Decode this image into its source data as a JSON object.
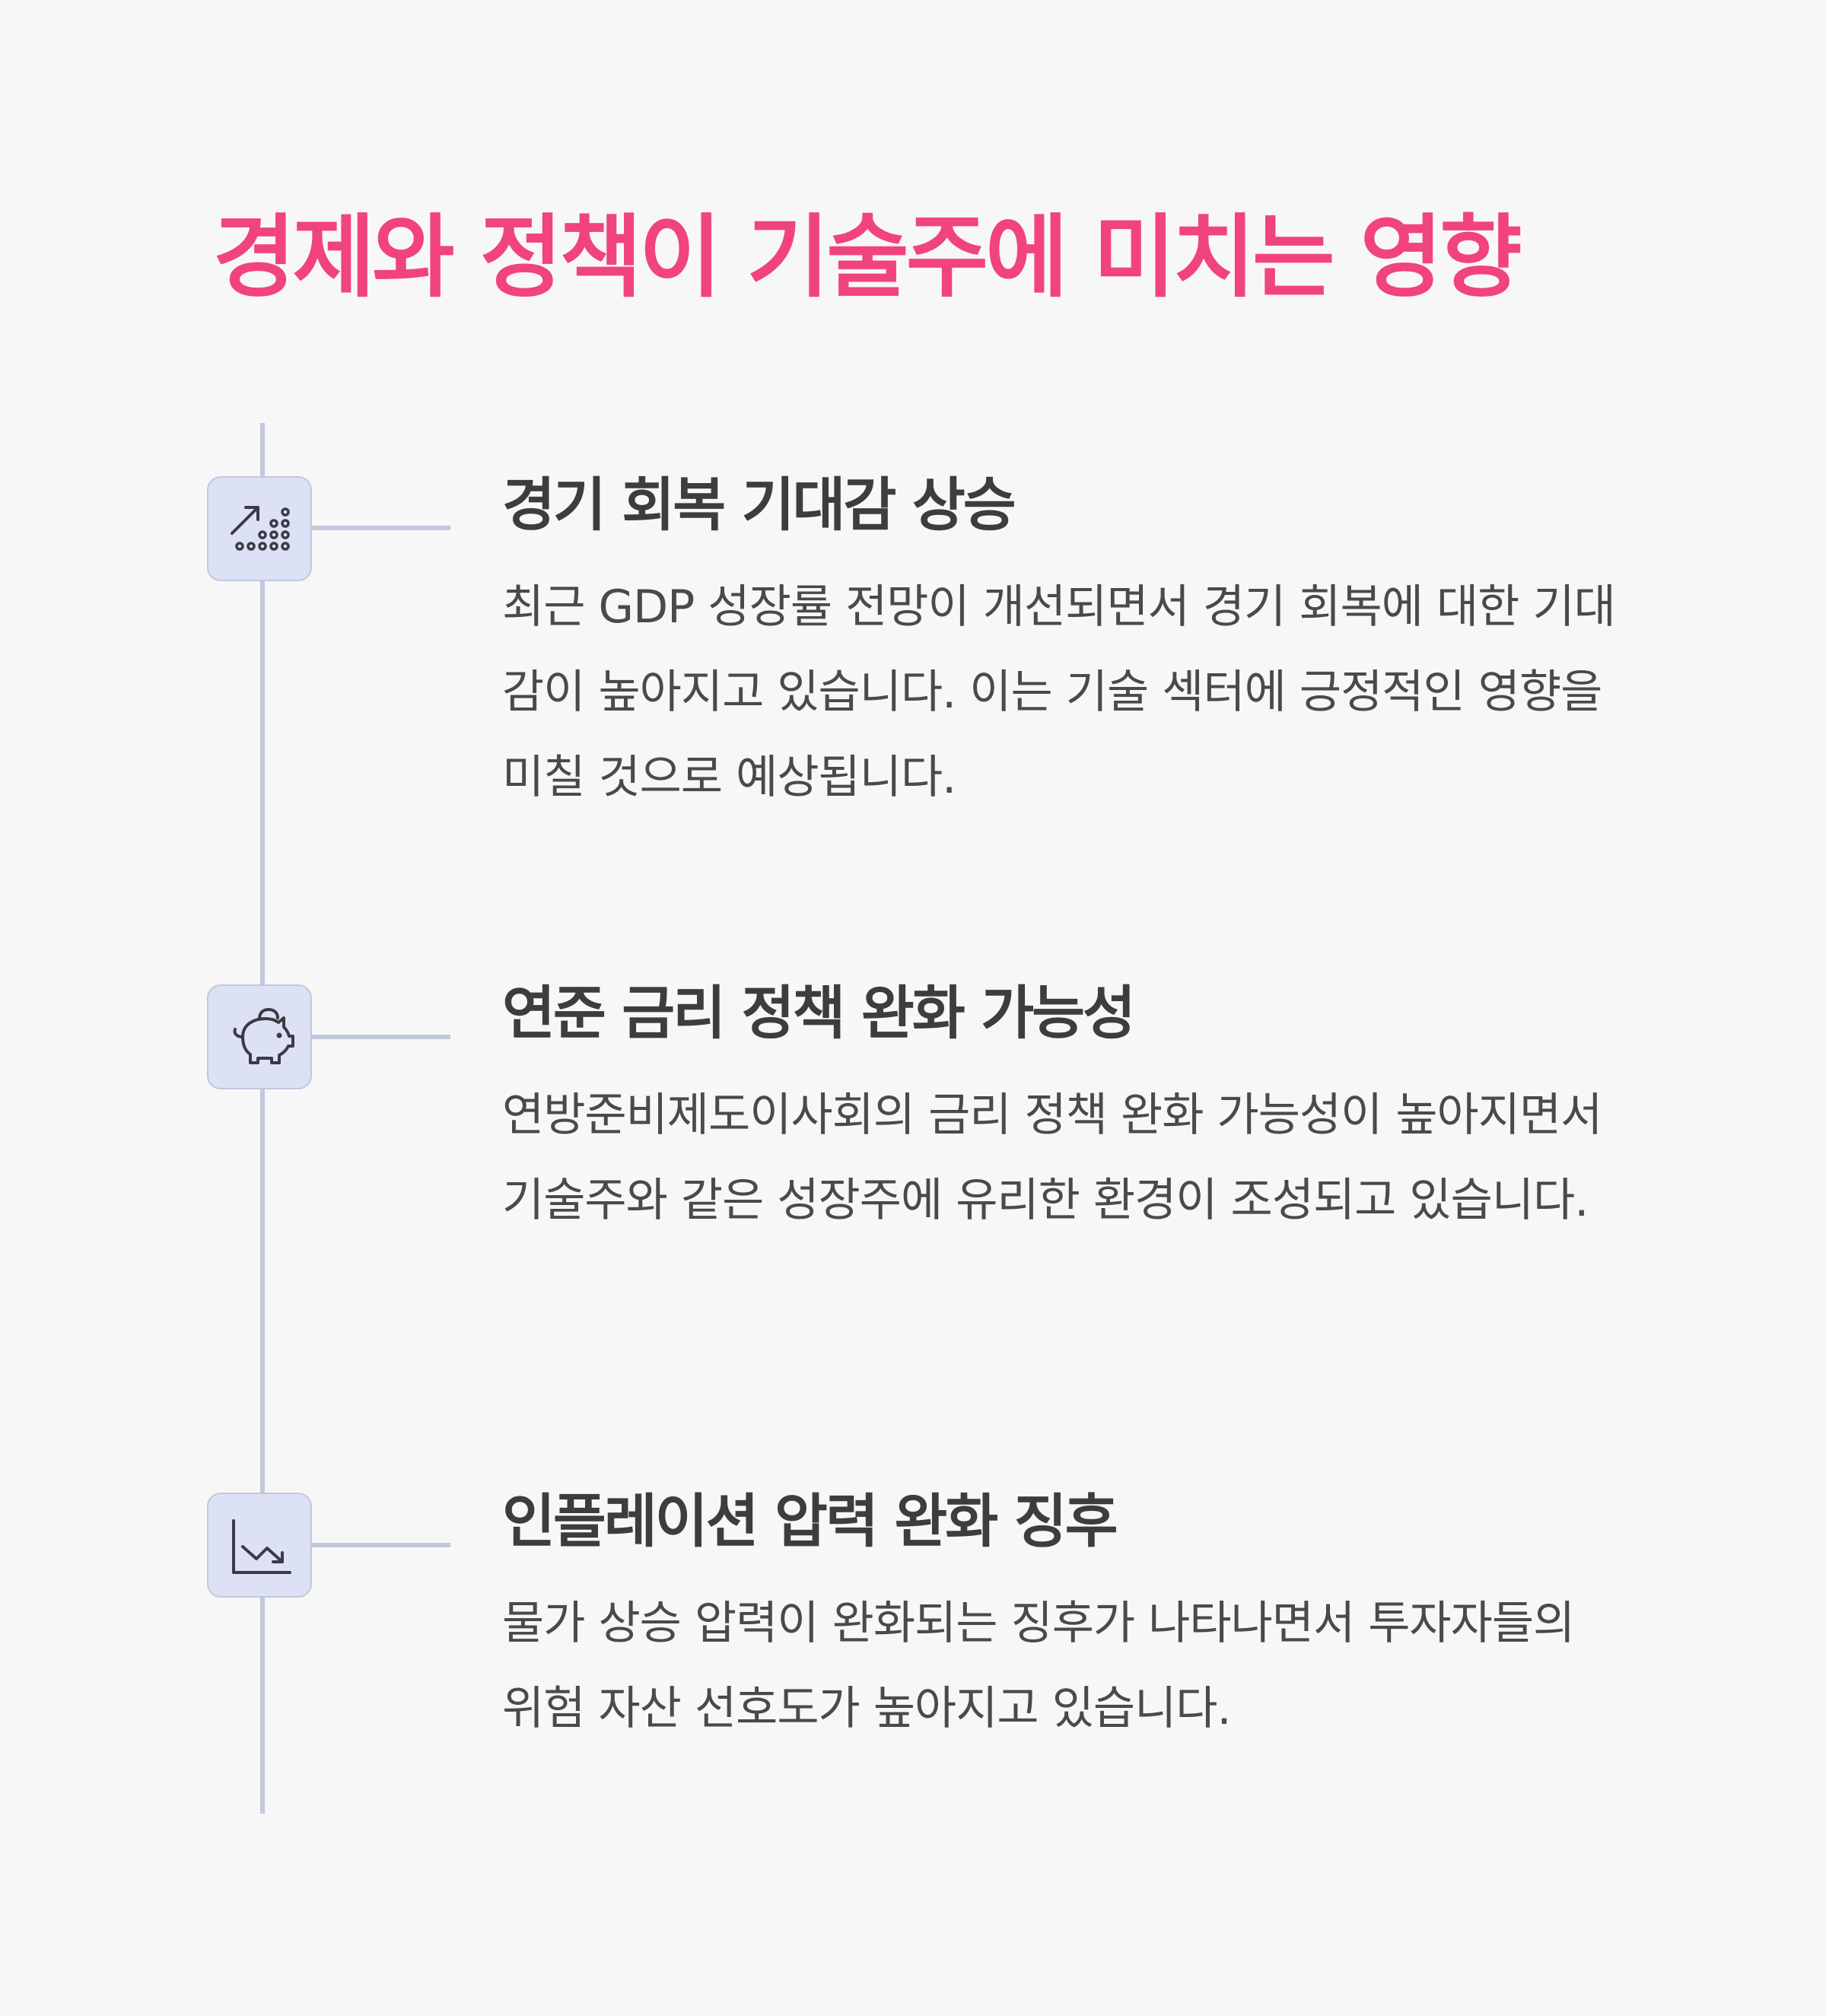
{
  "title": "경제와 정책이 기술주에 미치는 영향",
  "colors": {
    "accent": "#f0437f",
    "background": "#f8f7f8",
    "timeline": "#c2c8db",
    "icon_fill": "#dde1f6",
    "heading": "#3d3d3d",
    "body": "#4a4a4a"
  },
  "items": [
    {
      "icon": "growth-chart-icon",
      "heading": "경기 회복 기대감 상승",
      "body": "최근 GDP 성장률 전망이 개선되면서 경기 회복에 대한 기대감이 높아지고 있습니다. 이는 기술 섹터에 긍정적인 영향을 미칠 것으로 예상됩니다."
    },
    {
      "icon": "piggy-bank-icon",
      "heading": "연준 금리 정책 완화 가능성",
      "body": "연방준비제도이사회의 금리 정책 완화 가능성이 높아지면서 기술주와 같은 성장주에 유리한 환경이 조성되고 있습니다."
    },
    {
      "icon": "decline-chart-icon",
      "heading": "인플레이션 압력 완화 징후",
      "body": "물가 상승 압력이 완화되는 징후가 나타나면서 투자자들의 위험 자산 선호도가 높아지고 있습니다."
    }
  ]
}
